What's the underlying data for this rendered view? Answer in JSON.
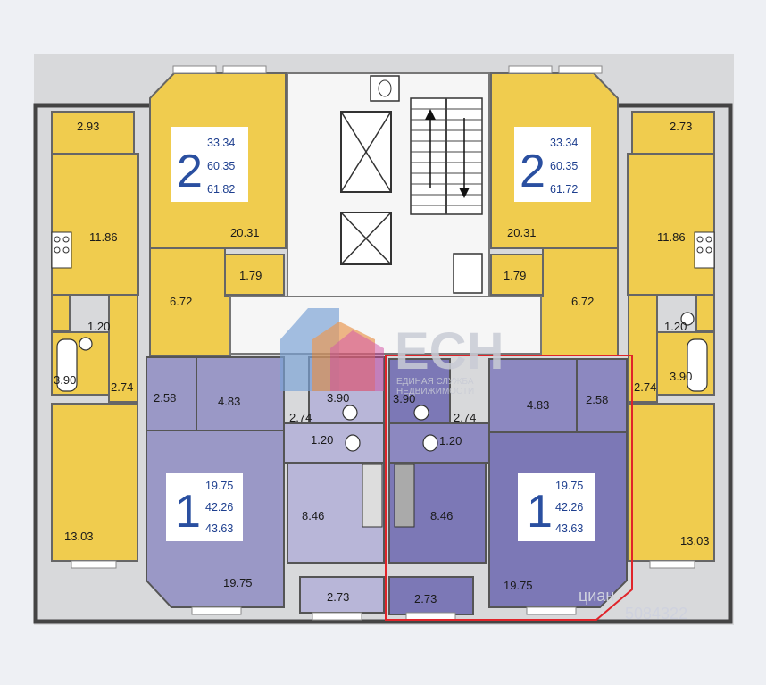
{
  "colors": {
    "yellow": "#f0cc4e",
    "purple": "#9a98c6",
    "purple_dark": "#7c78b6",
    "common": "#f2f2f2",
    "highlight": "#e0242a",
    "number": "#2a4fa0"
  },
  "apartments": [
    {
      "id": "left-2room",
      "rooms": "2",
      "areas": [
        "33.34",
        "60.35",
        "61.82"
      ]
    },
    {
      "id": "right-2room",
      "rooms": "2",
      "areas": [
        "33.34",
        "60.35",
        "61.72"
      ]
    },
    {
      "id": "left-1room",
      "rooms": "1",
      "areas": [
        "19.75",
        "42.26",
        "43.63"
      ]
    },
    {
      "id": "right-1room",
      "rooms": "1",
      "areas": [
        "19.75",
        "42.26",
        "43.63"
      ]
    }
  ],
  "room_labels": {
    "l_balcony_top": "2.93",
    "l_kitchen": "11.86",
    "l_room": "20.31",
    "l_storage": "1.79",
    "l_hall": "6.72",
    "l_wc": "1.20",
    "l_bath": "3.90",
    "l_corr": "2.74",
    "l_room2": "13.03",
    "r_balcony_top": "2.73",
    "r_kitchen": "11.86",
    "r_room": "20.31",
    "r_storage": "1.79",
    "r_hall": "6.72",
    "r_wc": "1.20",
    "r_bath": "3.90",
    "r_corr": "2.74",
    "r_room2": "13.03",
    "m1_storage": "2.58",
    "m1_hall": "4.83",
    "m1_bath": "3.90",
    "m1_corr": "2.74",
    "m1_wc": "1.20",
    "m1_kitchen": "8.46",
    "m1_room": "19.75",
    "m1_balcony": "2.73",
    "m2_storage": "2.58",
    "m2_hall": "4.83",
    "m2_bath": "3.90",
    "m2_corr": "2.74",
    "m2_wc": "1.20",
    "m2_kitchen": "8.46",
    "m2_room": "19.75",
    "m2_balcony": "2.73"
  },
  "logo": {
    "text": "ЕСН",
    "line1": "ЕДИНАЯ СЛУЖБА",
    "line2": "НЕДВИЖИМОСТИ"
  },
  "watermark": {
    "brand": "циан",
    "code": "5084322"
  },
  "icons": [
    "elevator-icon",
    "stairs-icon",
    "toilet-icon",
    "bathtub-icon",
    "sink-icon",
    "stove-icon",
    "house-logo-icon"
  ]
}
